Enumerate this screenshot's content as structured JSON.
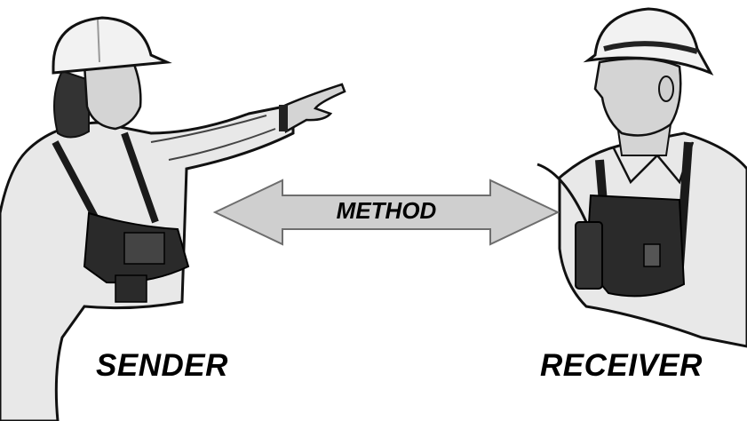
{
  "sender": {
    "label": "SENDER"
  },
  "receiver": {
    "label": "RECEIVER"
  },
  "method": {
    "label": "METHOD"
  },
  "colors": {
    "arrow_fill": "#cfcfcf",
    "arrow_stroke": "#6e6e6e",
    "ink": "#111111",
    "shirt": "#e8e8e8",
    "skin": "#d4d4d4",
    "hat": "#f2f2f2",
    "radio": "#2a2a2a"
  }
}
